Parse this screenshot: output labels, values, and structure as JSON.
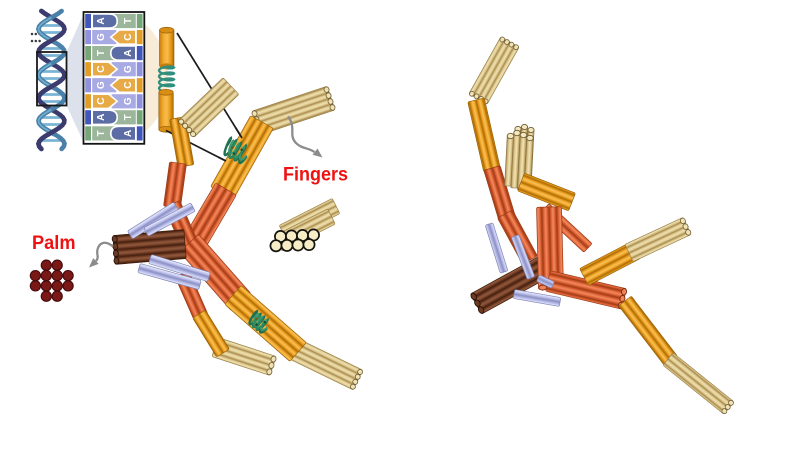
{
  "figure": {
    "background": "#ffffff",
    "labels": {
      "fingers": "Fingers",
      "palm": "Palm"
    },
    "label_color": "#ee1111",
    "dna_ladder": {
      "rows": [
        {
          "left": "A",
          "right": "T",
          "left_color": "#5c6da6",
          "right_color": "#9cb69b",
          "left_rail_color": "#4056bd",
          "right_rail_color": "#76a578"
        },
        {
          "left": "G",
          "right": "C",
          "left_color": "#a8aae3",
          "right_color": "#e7aa47",
          "left_rail_color": "#8f91e0",
          "right_rail_color": "#e39c25"
        },
        {
          "left": "T",
          "right": "A",
          "left_color": "#9cb69b",
          "right_color": "#5c6da6",
          "left_rail_color": "#76a578",
          "right_rail_color": "#4056bd"
        },
        {
          "left": "C",
          "right": "G",
          "left_color": "#e7aa47",
          "right_color": "#a8aae3",
          "left_rail_color": "#e39c25",
          "right_rail_color": "#8f91e0"
        },
        {
          "left": "G",
          "right": "C",
          "left_color": "#a8aae3",
          "right_color": "#e7aa47",
          "left_rail_color": "#8f91e0",
          "right_rail_color": "#e39c25"
        },
        {
          "left": "C",
          "right": "G",
          "left_color": "#e7aa47",
          "right_color": "#a8aae3",
          "left_rail_color": "#e39c25",
          "right_rail_color": "#8f91e0"
        },
        {
          "left": "A",
          "right": "T",
          "left_color": "#5c6da6",
          "right_color": "#9cb69b",
          "left_rail_color": "#4056bd",
          "right_rail_color": "#76a578"
        },
        {
          "left": "T",
          "right": "A",
          "left_color": "#9cb69b",
          "right_color": "#5c6da6",
          "left_rail_color": "#76a578",
          "right_rail_color": "#4056bd"
        }
      ]
    },
    "base_colors": {
      "A": "#5c6da6",
      "T": "#9cb69b",
      "G": "#a8aae3",
      "C": "#e7aa47"
    },
    "palette": {
      "tan": "#e9d79f",
      "amber": "#f0a42c",
      "vermilion": "#e0633a",
      "brown": "#6e3f28",
      "palm_maroon": "#7a1717",
      "lavender": "#bcc0ea",
      "ssdna_teal": "#2f8e7c",
      "helix_dark": "#3c3b6e",
      "helix_blue": "#4b80a9",
      "helix_rung": "#79b4d4",
      "arrow_gray": "#8c8c8c",
      "pointer_black": "#1c1c1c"
    },
    "icons": {
      "fingers_cross_section": {
        "cylinder_count": 8,
        "rows": "4+4"
      },
      "palm_cross_section": {
        "circle_count": 12,
        "rows": "2-4-4-2"
      }
    }
  }
}
